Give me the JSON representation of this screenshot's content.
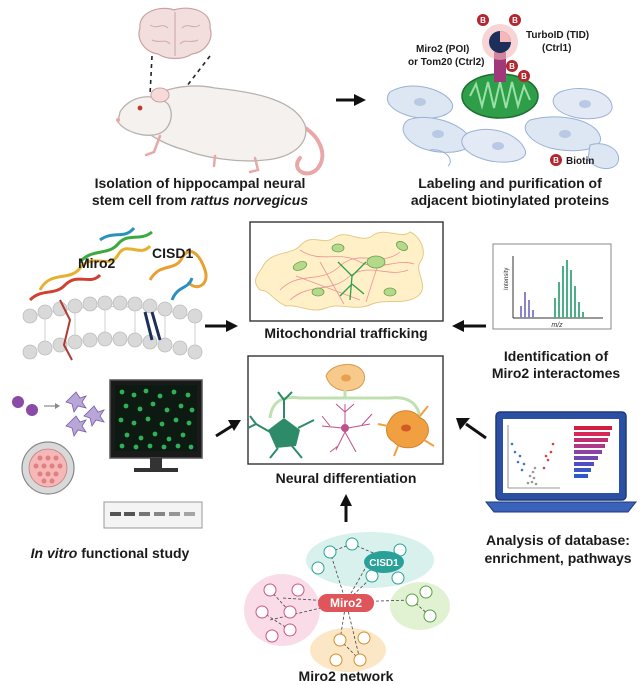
{
  "captions": {
    "isolation_line1": "Isolation of hippocampal neural",
    "isolation_line2_prefix": "stem cell from ",
    "isolation_line2_species": "rattus norvegicus",
    "labeling_line1": "Labeling and purification of",
    "labeling_line2": "adjacent biotinylated proteins",
    "mito_trafficking": "Mitochondrial trafficking",
    "identification_line1": "Identification of",
    "identification_line2": "Miro2 interactomes",
    "neural_diff": "Neural differentiation",
    "invitro_italic": "In vitro",
    "invitro_rest": " functional study",
    "analysis_line1": "Analysis of database:",
    "analysis_line2": "enrichment, pathways",
    "network": "Miro2 network"
  },
  "labels": {
    "miro2_poi": "Miro2 (POI)",
    "tom20_ctrl2": "or Tom20 (Ctrl2)",
    "turboid": "TurboID (TID)",
    "ctrl1": "(Ctrl1)",
    "biotin": "Biotin",
    "biotin_badge": "B",
    "miro2_struct": "Miro2",
    "cisd1_struct": "CISD1",
    "intensity": "Intensity",
    "mz": "m/z",
    "network_miro2": "Miro2",
    "network_cisd1": "CISD1"
  },
  "colors": {
    "mito_green": "#2e9e48",
    "miro2_red": "#e0555a",
    "cisd1_teal": "#2aa198",
    "spectrum_green": "#4caf8a",
    "spectrum_purple": "#8a84c8",
    "neuron_green": "#2e8b6a",
    "neuron_pink": "#c0508a",
    "neuron_orange": "#f0a040"
  },
  "icons": [
    "brain-icon",
    "rat-icon",
    "arrow-icon",
    "mitochondrion-icon",
    "cell-icon",
    "neuron-icon",
    "monitor-icon",
    "laptop-icon",
    "petri-dish-icon",
    "gel-icon"
  ]
}
